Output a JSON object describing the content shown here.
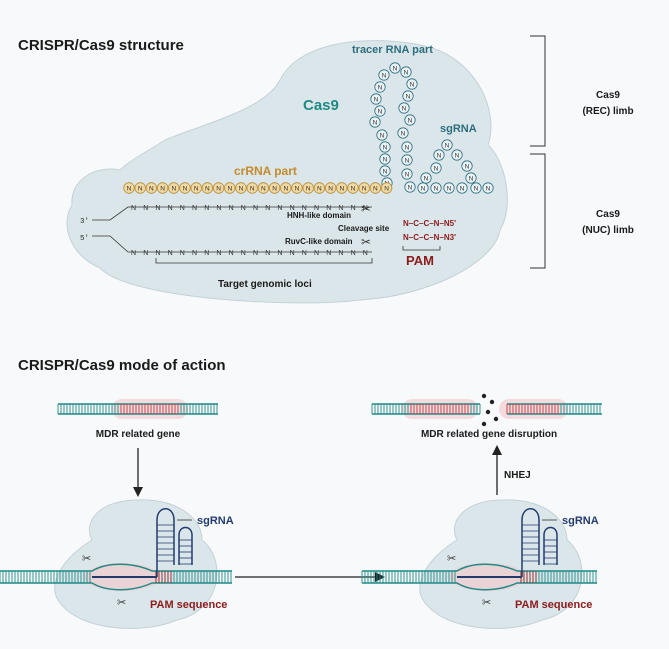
{
  "structure": {
    "heading": "CRISPR/Cas9 structure",
    "tracer_label": "tracer RNA part",
    "cas9_label": "Cas9",
    "sgrna_label": "sgRNA",
    "crrna_label": "crRNA part",
    "hnh_label": "HNH-like domain",
    "cleavage_label": "Cleavage site",
    "ruvc_label": "RuvC-like domain",
    "pam_label": "PAM",
    "target_label": "Target genomic loci",
    "rec_limb": [
      "Cas9",
      "(REC) limb"
    ],
    "nuc_limb": [
      "Cas9",
      "(NUC) limb"
    ],
    "nuc_letter": "N",
    "top_strand_prime": "3'",
    "bottom_strand_prime": "5'",
    "pam_top": "N–C–C–N–N5'",
    "pam_bottom": "N–C–C–N–N3'"
  },
  "action": {
    "heading": "CRISPR/Cas9 mode of action",
    "gene_label": "MDR related gene",
    "disruption_label": "MDR related gene disruption",
    "nhej_label": "NHEJ",
    "sgrna_label": "sgRNA",
    "pam_seq_label": "PAM sequence"
  },
  "colors": {
    "cas_fill": "#dbe6ea",
    "sgrna_ring": "#2c6e7e",
    "crrna_fill": "#f1d9a1",
    "pam": "#8b1c1c",
    "teal": "#1f8a86",
    "gene_red": "#c4333a"
  }
}
